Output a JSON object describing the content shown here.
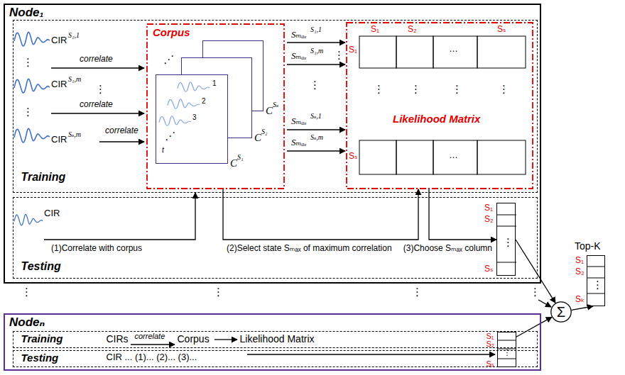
{
  "diagram": {
    "nodes": [
      {
        "text": [
          "Node₁"
        ]
      },
      {
        "text": [
          "Training"
        ],
        "in": 0
      },
      {
        "text": [
          "Corpus"
        ],
        "in": 1
      },
      {
        "text": [
          "C",
          "S₁"
        ],
        "in": 2
      },
      {
        "text": [
          "C",
          "S₂"
        ],
        "in": 2
      },
      {
        "text": [
          "C",
          "Sₛ"
        ],
        "in": 2
      },
      {
        "text": [
          "Likelihood Matrix"
        ],
        "in": 1
      },
      {
        "text": [
          "Testing"
        ],
        "in": 0
      },
      {
        "text": [
          "S₁",
          "S₂",
          "⋮",
          "Sₛ"
        ],
        "in": 7
      },
      {
        "text": [
          "Nodeₙ"
        ]
      },
      {
        "text": [
          "Training",
          "CIRs",
          "correlate",
          "Corpus",
          "Likelihood Matrix"
        ],
        "in": 9
      },
      {
        "text": [
          "Testing",
          "CIR ... (1)... (2)... (3)..."
        ],
        "in": 9
      },
      {
        "text": [
          "S₁",
          "S₂",
          "⋮",
          "Sₛ"
        ],
        "in": 9
      },
      {
        "text": [
          "Σ"
        ]
      },
      {
        "text": [
          "Top-K",
          "S₁",
          "S₂",
          "⋮",
          "Sₖ"
        ]
      }
    ],
    "edges": [
      {
        "from": 2,
        "to": 6,
        "arrow": "to",
        "label": "(2)Select state Sₘₐₓ of maximum correlation"
      },
      {
        "from": 6,
        "to": 8,
        "arrow": "to",
        "label": "(3)Choose Sₘₐₓ column"
      },
      {
        "from": 8,
        "to": 13,
        "arrow": "to"
      },
      {
        "from": 12,
        "to": 13,
        "arrow": "to"
      },
      {
        "from": 13,
        "to": 14,
        "arrow": "to"
      }
    ],
    "labels": [
      "CIR",
      "S₁,1",
      "⋮",
      "CIR",
      "S₁,m",
      "⋮",
      "⋮",
      "CIR",
      "Sₛ,m",
      "correlate",
      "correlate",
      "correlate",
      "Sₘₐₓ",
      "S₁,1",
      "Sₘₐₓ",
      "S₁,m",
      "⋮",
      "⋮",
      "Sₘₐₓ",
      "Sₛ,1",
      "Sₘₐₓ",
      "Sₛ,m",
      "⋰",
      "1",
      "2",
      "3",
      "⋰",
      "t",
      "S₁",
      "S₂",
      "Sₛ",
      "S₁",
      "Sₛ",
      "…",
      "…",
      "⋮",
      "⋮",
      "⋮",
      "⋮",
      "CIR",
      "(1)Correlate with corpus",
      "⋮",
      "⋮",
      "⋮",
      "⋮"
    ]
  }
}
